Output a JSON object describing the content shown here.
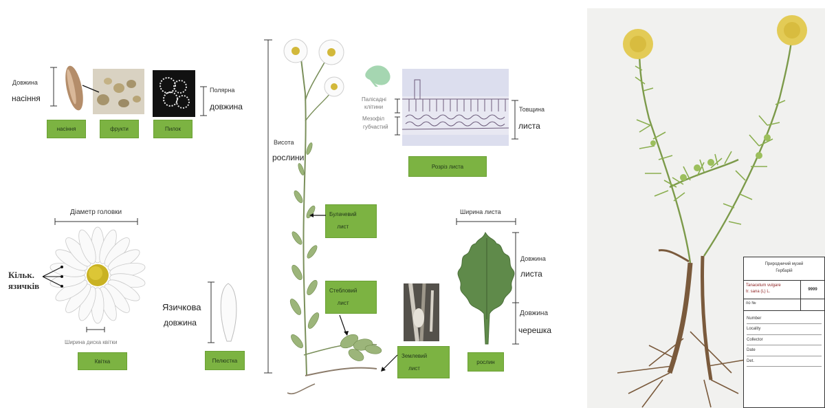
{
  "seed_section": {
    "length_label": [
      "Довжина",
      "насіння"
    ],
    "pollen_label": [
      "Полярна",
      "довжина"
    ],
    "boxes": [
      "насіння",
      "фрукти",
      "Пилок"
    ]
  },
  "flower_section": {
    "diameter_label": "Діаметр головки",
    "ray_count_label": [
      "Кільк.",
      "язичків"
    ],
    "disc_width_label": "Ширина диска квітки",
    "box": "Квітка"
  },
  "petal_section": {
    "length_label": [
      "Язичкова",
      "довжина"
    ],
    "box": "Пелюстка"
  },
  "plant_section": {
    "height_label": [
      "Висота",
      "рослини"
    ],
    "stem_leaf_box": [
      "Булачевий",
      "лист"
    ],
    "middle_leaf_box": [
      "Стебловий",
      "лист"
    ],
    "root_box": [
      "Землевий",
      "лист"
    ]
  },
  "leaf_section_info": {
    "left_labels": [
      "Палісадні",
      "клітини",
      "Мезофіл",
      "губчастий"
    ],
    "thickness_label": [
      "Товщина",
      "листа"
    ],
    "box": "Розріз листа"
  },
  "leaf_section": {
    "width_label": "Ширина листа",
    "length_label": [
      "Довжина",
      "листа"
    ],
    "petiole_label": [
      "Довжина",
      "черешка"
    ],
    "box": "рослин"
  },
  "herbarium_label": {
    "header": [
      "Природничий музей",
      "Гербарій"
    ],
    "row1": [
      "Tanacetum vulgare",
      "tr. sana (L) L."
    ],
    "row2": [
      "по  №"
    ],
    "lines": [
      "Number",
      "Locality",
      "Collector",
      "Date",
      "Det."
    ],
    "code": "9999"
  },
  "colors": {
    "box_green": "#7cb342",
    "stem_green": "#6c8f3a",
    "flower_yellow": "#e6c84a"
  }
}
